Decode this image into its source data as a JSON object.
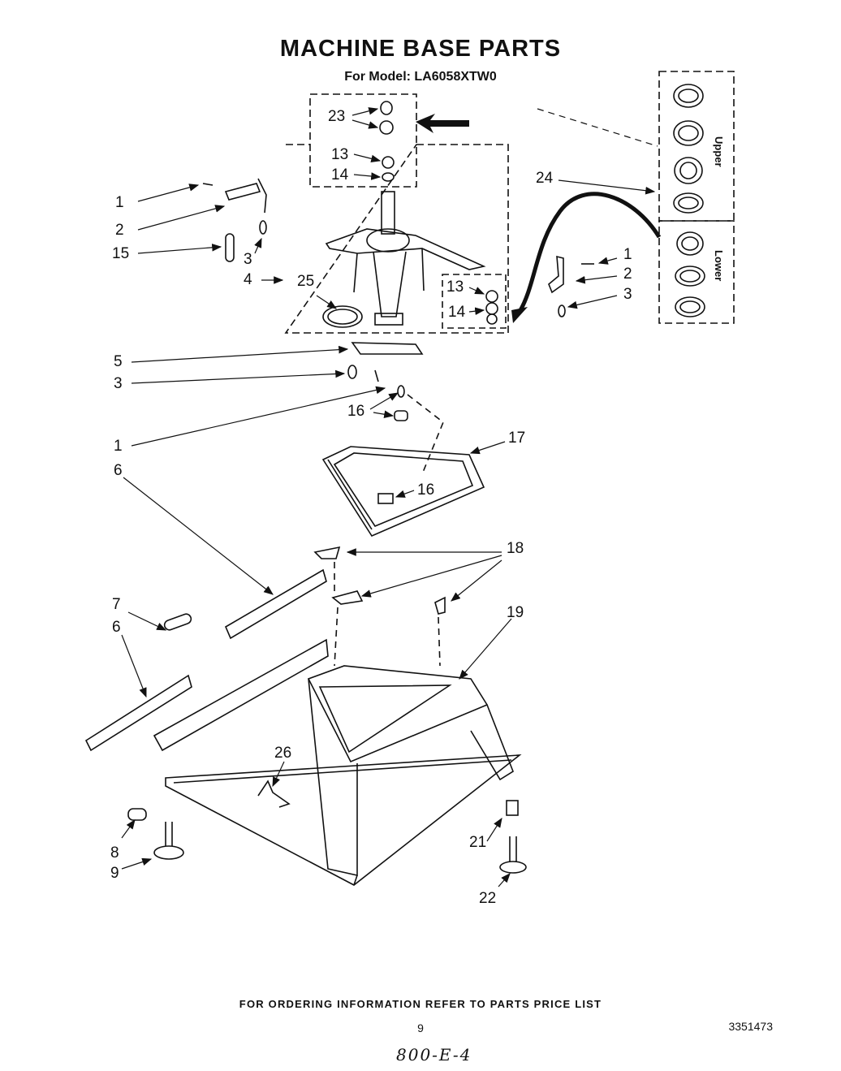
{
  "title": "MACHINE BASE PARTS",
  "subtitle": "For Model: LA6058XTW0",
  "labels": {
    "l1a": "1",
    "l2a": "2",
    "l15": "15",
    "l3a": "3",
    "l4": "4",
    "l25": "25",
    "l23": "23",
    "l13a": "13",
    "l14a": "14",
    "l24": "24",
    "l1b": "1",
    "l2b": "2",
    "l3b": "3",
    "l13b": "13",
    "l14b": "14",
    "l5": "5",
    "l3c": "3",
    "l16a": "16",
    "l1c": "1",
    "l17": "17",
    "l16b": "16",
    "l6a": "6",
    "l18": "18",
    "l7": "7",
    "l6b": "6",
    "l19": "19",
    "l26": "26",
    "l8": "8",
    "l9": "9",
    "l21": "21",
    "l22": "22"
  },
  "kit": {
    "upper": "Upper",
    "lower": "Lower"
  },
  "footer": "FOR ORDERING INFORMATION REFER TO PARTS PRICE LIST",
  "page_number": "9",
  "doc_number": "3351473",
  "handwritten": "800-E-4"
}
